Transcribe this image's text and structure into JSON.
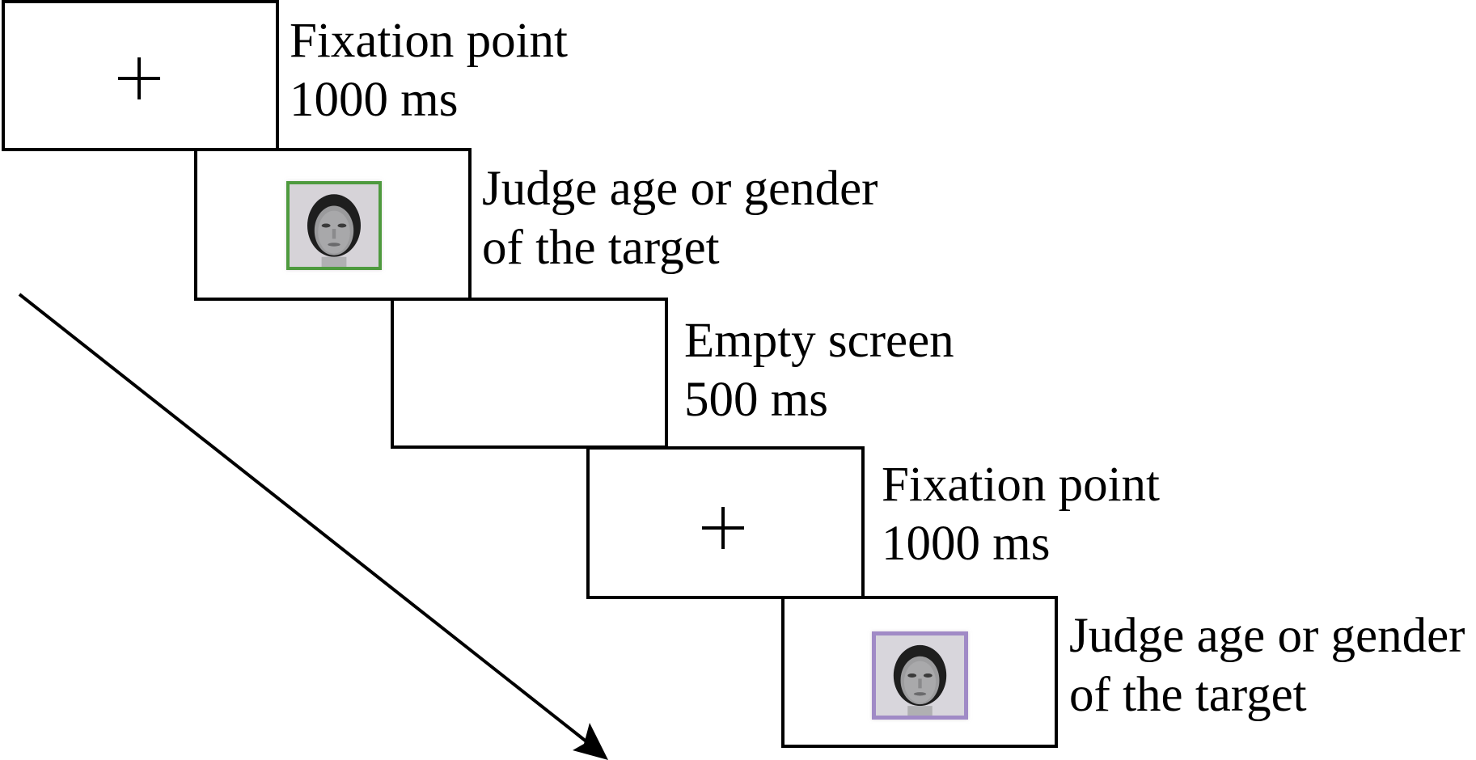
{
  "figure": {
    "type": "trial-sequence",
    "direction": "time flows top-left to bottom-right"
  },
  "screens": [
    {
      "id": "fixation-1",
      "content": "fixation-cross",
      "caption": [
        "Fixation point",
        "1000 ms"
      ]
    },
    {
      "id": "target-1",
      "content": "face-image",
      "frame_color": "#4e9a3e",
      "caption": [
        "Judge age or gender",
        "of the target"
      ]
    },
    {
      "id": "blank",
      "content": "empty",
      "caption": [
        "Empty screen",
        "500 ms"
      ]
    },
    {
      "id": "fixation-2",
      "content": "fixation-cross",
      "caption": [
        "Fixation point",
        "1000 ms"
      ]
    },
    {
      "id": "target-2",
      "content": "face-image",
      "frame_color": "#a08ac6",
      "caption": [
        "Judge age or gender",
        "of the target"
      ]
    }
  ],
  "icons": {
    "fixation": "plus-sign",
    "arrow": "time-arrow-down-right"
  }
}
